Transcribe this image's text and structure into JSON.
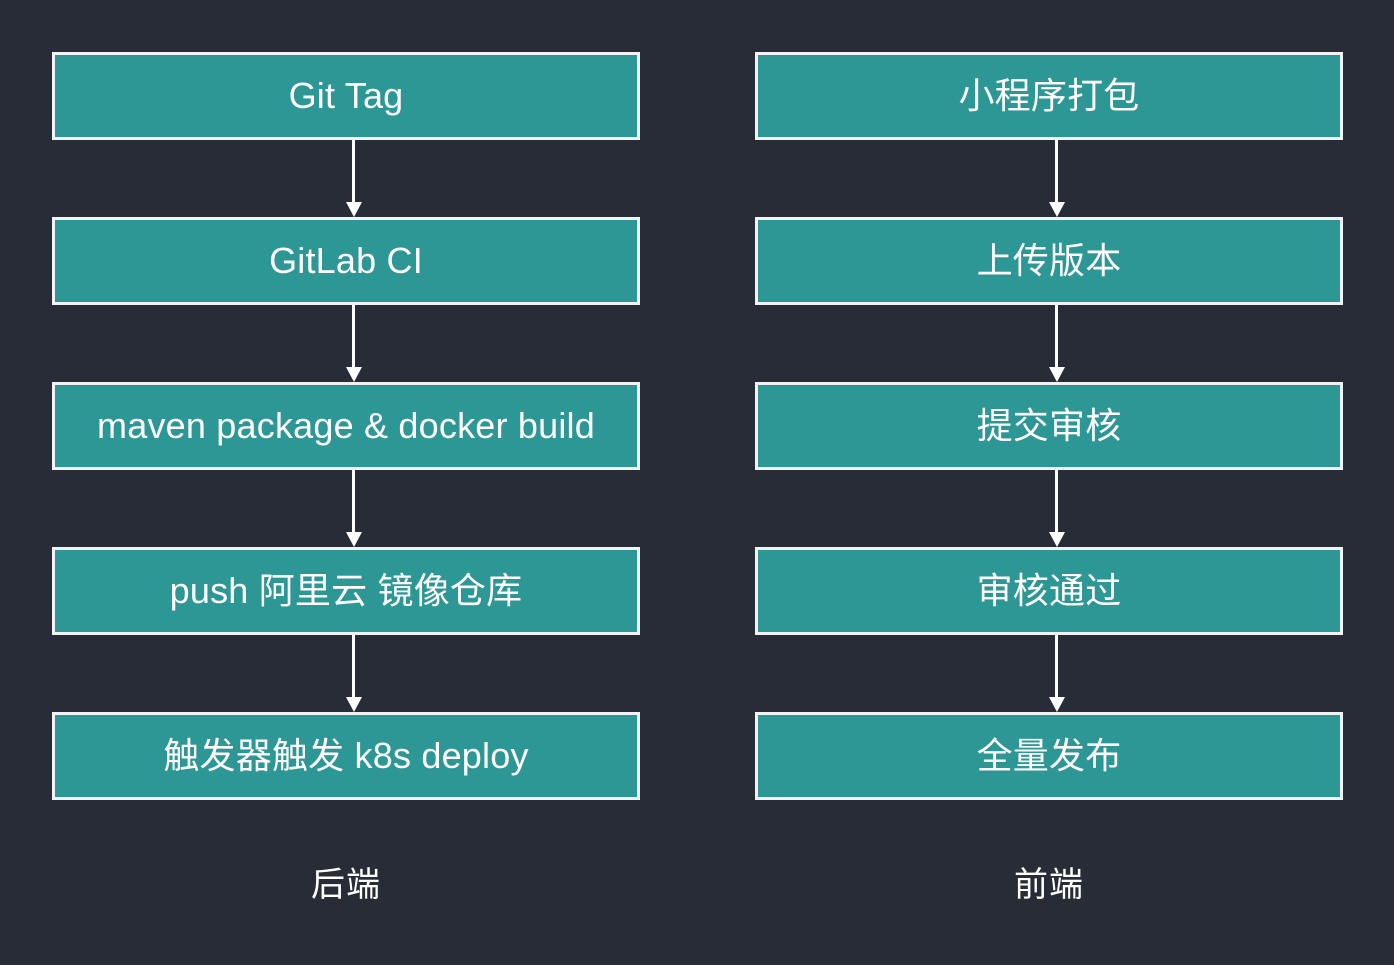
{
  "diagram": {
    "background_color": "#282c37",
    "node_fill_color": "#2c9795",
    "node_border_color": "#f2f2f5",
    "text_color": "#ffffff",
    "arrow_color": "#ffffff",
    "columns": [
      {
        "id": "backend",
        "caption": "后端",
        "nodes": [
          {
            "label": "Git Tag"
          },
          {
            "label": "GitLab CI"
          },
          {
            "label": "maven package & docker build"
          },
          {
            "label": "push 阿里云 镜像仓库"
          },
          {
            "label": "触发器触发 k8s deploy"
          }
        ],
        "connectors": [
          {
            "from": "Git Tag",
            "to": "GitLab CI",
            "type": "arrow-down"
          },
          {
            "from": "GitLab CI",
            "to": "maven package & docker build",
            "type": "arrow-down"
          },
          {
            "from": "maven package & docker build",
            "to": "push 阿里云 镜像仓库",
            "type": "arrow-down"
          },
          {
            "from": "push 阿里云 镜像仓库",
            "to": "触发器触发 k8s deploy",
            "type": "arrow-down"
          }
        ]
      },
      {
        "id": "frontend",
        "caption": "前端",
        "nodes": [
          {
            "label": "小程序打包"
          },
          {
            "label": "上传版本"
          },
          {
            "label": "提交审核"
          },
          {
            "label": "审核通过"
          },
          {
            "label": "全量发布"
          }
        ],
        "connectors": [
          {
            "from": "小程序打包",
            "to": "上传版本",
            "type": "arrow-down"
          },
          {
            "from": "上传版本",
            "to": "提交审核",
            "type": "arrow-down"
          },
          {
            "from": "提交审核",
            "to": "审核通过",
            "type": "arrow-down"
          },
          {
            "from": "审核通过",
            "to": "全量发布",
            "type": "arrow-down"
          }
        ]
      }
    ]
  }
}
